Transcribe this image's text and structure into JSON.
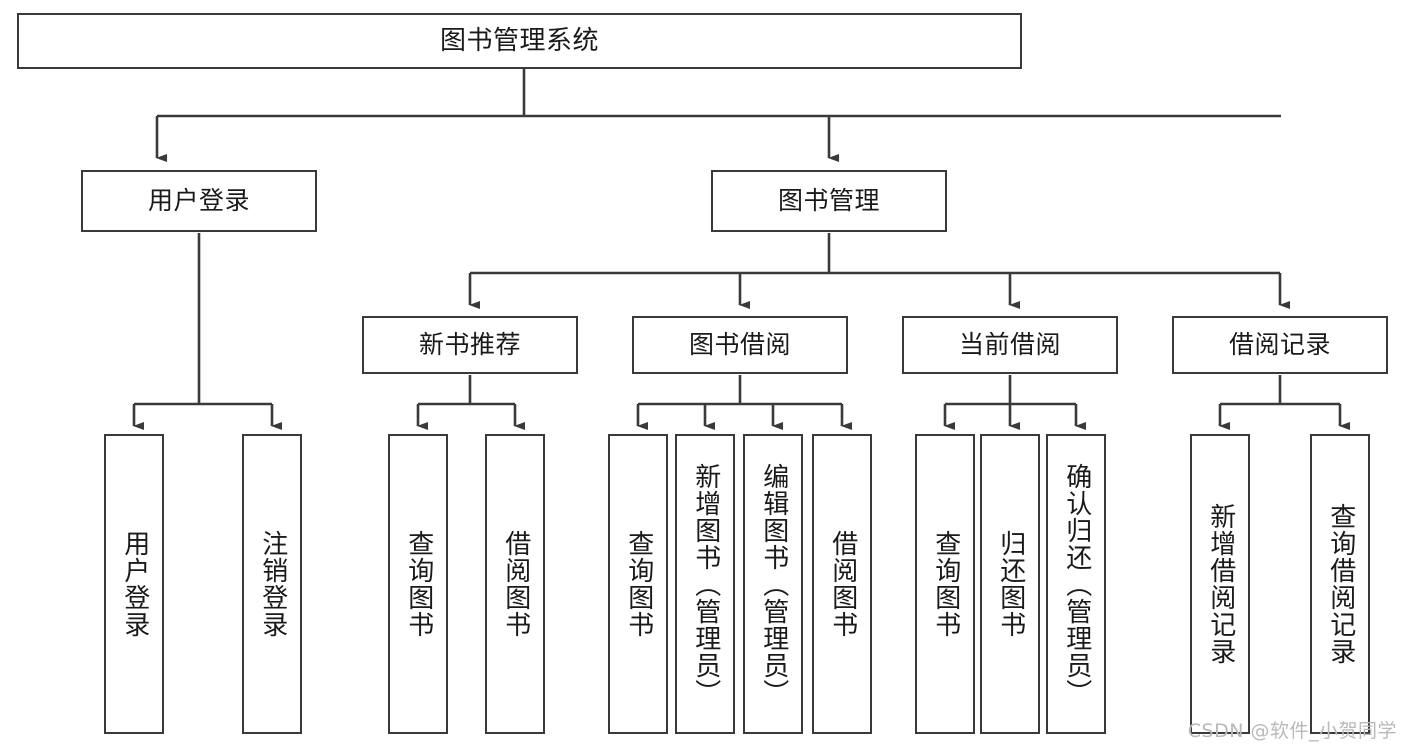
{
  "diagram": {
    "title": "图书管理系统",
    "watermark": "CSDN @软件_小贺同学",
    "levels": {
      "root": "图书管理系统",
      "level2": [
        "用户登录",
        "图书管理"
      ],
      "level3": [
        "新书推荐",
        "图书借阅",
        "当前借阅",
        "借阅记录"
      ]
    },
    "nodes": {
      "root": "图书管理系统",
      "user_login": "用户登录",
      "book_manage": "图书管理",
      "new_book_rec": "新书推荐",
      "book_borrow": "图书借阅",
      "current_borrow": "当前借阅",
      "borrow_record": "借阅记录",
      "leaf_user_login": "用户登录",
      "leaf_user_logout": "注销登录",
      "leaf_query_book_1": "查询图书",
      "leaf_borrow_book_1": "借阅图书",
      "leaf_query_book_2": "查询图书",
      "leaf_add_book": "新增图书（管理员）",
      "leaf_edit_book": "编辑图书（管理员）",
      "leaf_borrow_book_2": "借阅图书",
      "leaf_query_book_3": "查询图书",
      "leaf_return_book": "归还图书",
      "leaf_confirm_return": "确认归还（管理员）",
      "leaf_add_record": "新增借阅记录",
      "leaf_query_record": "查询借阅记录"
    },
    "colors": {
      "stroke": "#3a3a3a",
      "fill": "#ffffff",
      "text": "#1a1a1a",
      "watermark": "#b9b9b9"
    }
  },
  "chart_data": {
    "type": "diagram",
    "subtype": "tree-hierarchy",
    "title": "图书管理系统",
    "orientation": "top-down",
    "tree": {
      "label": "图书管理系统",
      "children": [
        {
          "label": "用户登录",
          "children": [
            {
              "label": "用户登录",
              "children": []
            },
            {
              "label": "注销登录",
              "children": []
            }
          ]
        },
        {
          "label": "图书管理",
          "children": [
            {
              "label": "新书推荐",
              "children": [
                {
                  "label": "查询图书",
                  "children": []
                },
                {
                  "label": "借阅图书",
                  "children": []
                }
              ]
            },
            {
              "label": "图书借阅",
              "children": [
                {
                  "label": "查询图书",
                  "children": []
                },
                {
                  "label": "新增图书（管理员）",
                  "children": []
                },
                {
                  "label": "编辑图书（管理员）",
                  "children": []
                },
                {
                  "label": "借阅图书",
                  "children": []
                }
              ]
            },
            {
              "label": "当前借阅",
              "children": [
                {
                  "label": "查询图书",
                  "children": []
                },
                {
                  "label": "归还图书",
                  "children": []
                },
                {
                  "label": "确认归还（管理员）",
                  "children": []
                }
              ]
            },
            {
              "label": "借阅记录",
              "children": [
                {
                  "label": "新增借阅记录",
                  "children": []
                },
                {
                  "label": "查询借阅记录",
                  "children": []
                }
              ]
            }
          ]
        }
      ]
    }
  }
}
